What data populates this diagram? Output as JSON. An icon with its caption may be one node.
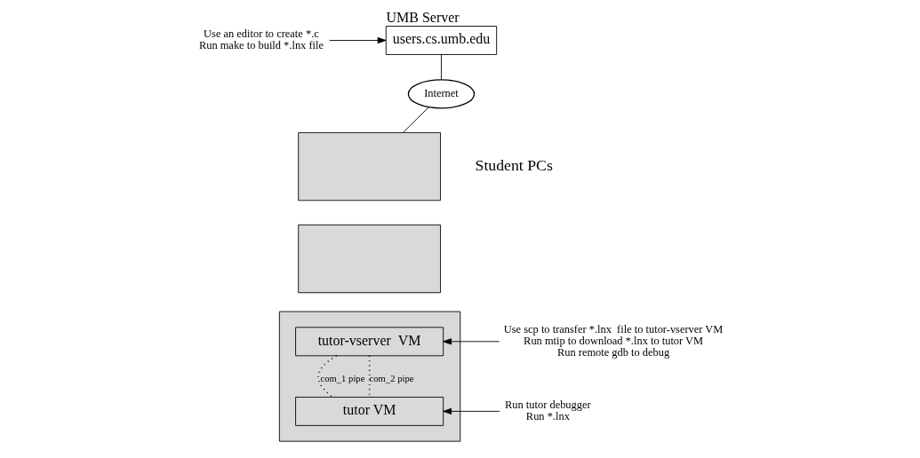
{
  "diagram": {
    "nodes": [
      {
        "text": [
          "users.cs.umb.edu"
        ],
        "beside": [
          "UMB Server"
        ]
      },
      {
        "text": [
          "Internet"
        ]
      },
      {
        "text": [],
        "shape": "box"
      },
      {
        "text": [],
        "shape": "box"
      },
      {
        "text": [],
        "shape": "box"
      },
      {
        "text": [
          "tutor-vserver  VM"
        ],
        "in": 4
      },
      {
        "text": [
          "tutor VM"
        ],
        "in": 4
      },
      {
        "text": [
          "Use an editor to create *.c",
          "Run make to build *.lnx file"
        ]
      },
      {
        "text": [
          "Use scp to transfer *.lnx  file to tutor-vserver VM",
          "Run mtip to download *.lnx to tutor VM",
          "Run remote gdb to debug"
        ]
      },
      {
        "text": [
          "Run tutor debugger",
          "Run *.lnx"
        ]
      }
    ],
    "edges": [
      {
        "from": 0,
        "to": 1,
        "arrow": "none"
      },
      {
        "from": 1,
        "to": 2,
        "arrow": "none"
      },
      {
        "from": 5,
        "to": 6,
        "arrow": "none",
        "style": "dashed",
        "label": "com_1 pipe"
      },
      {
        "from": 5,
        "to": 6,
        "arrow": "none",
        "style": "dashed",
        "label": "com_2 pipe"
      },
      {
        "from": 7,
        "to": 0,
        "arrow": "to"
      },
      {
        "from": 8,
        "to": 5,
        "arrow": "to"
      },
      {
        "from": 9,
        "to": 6,
        "arrow": "to"
      }
    ],
    "labels": [
      "Student PCs"
    ]
  }
}
